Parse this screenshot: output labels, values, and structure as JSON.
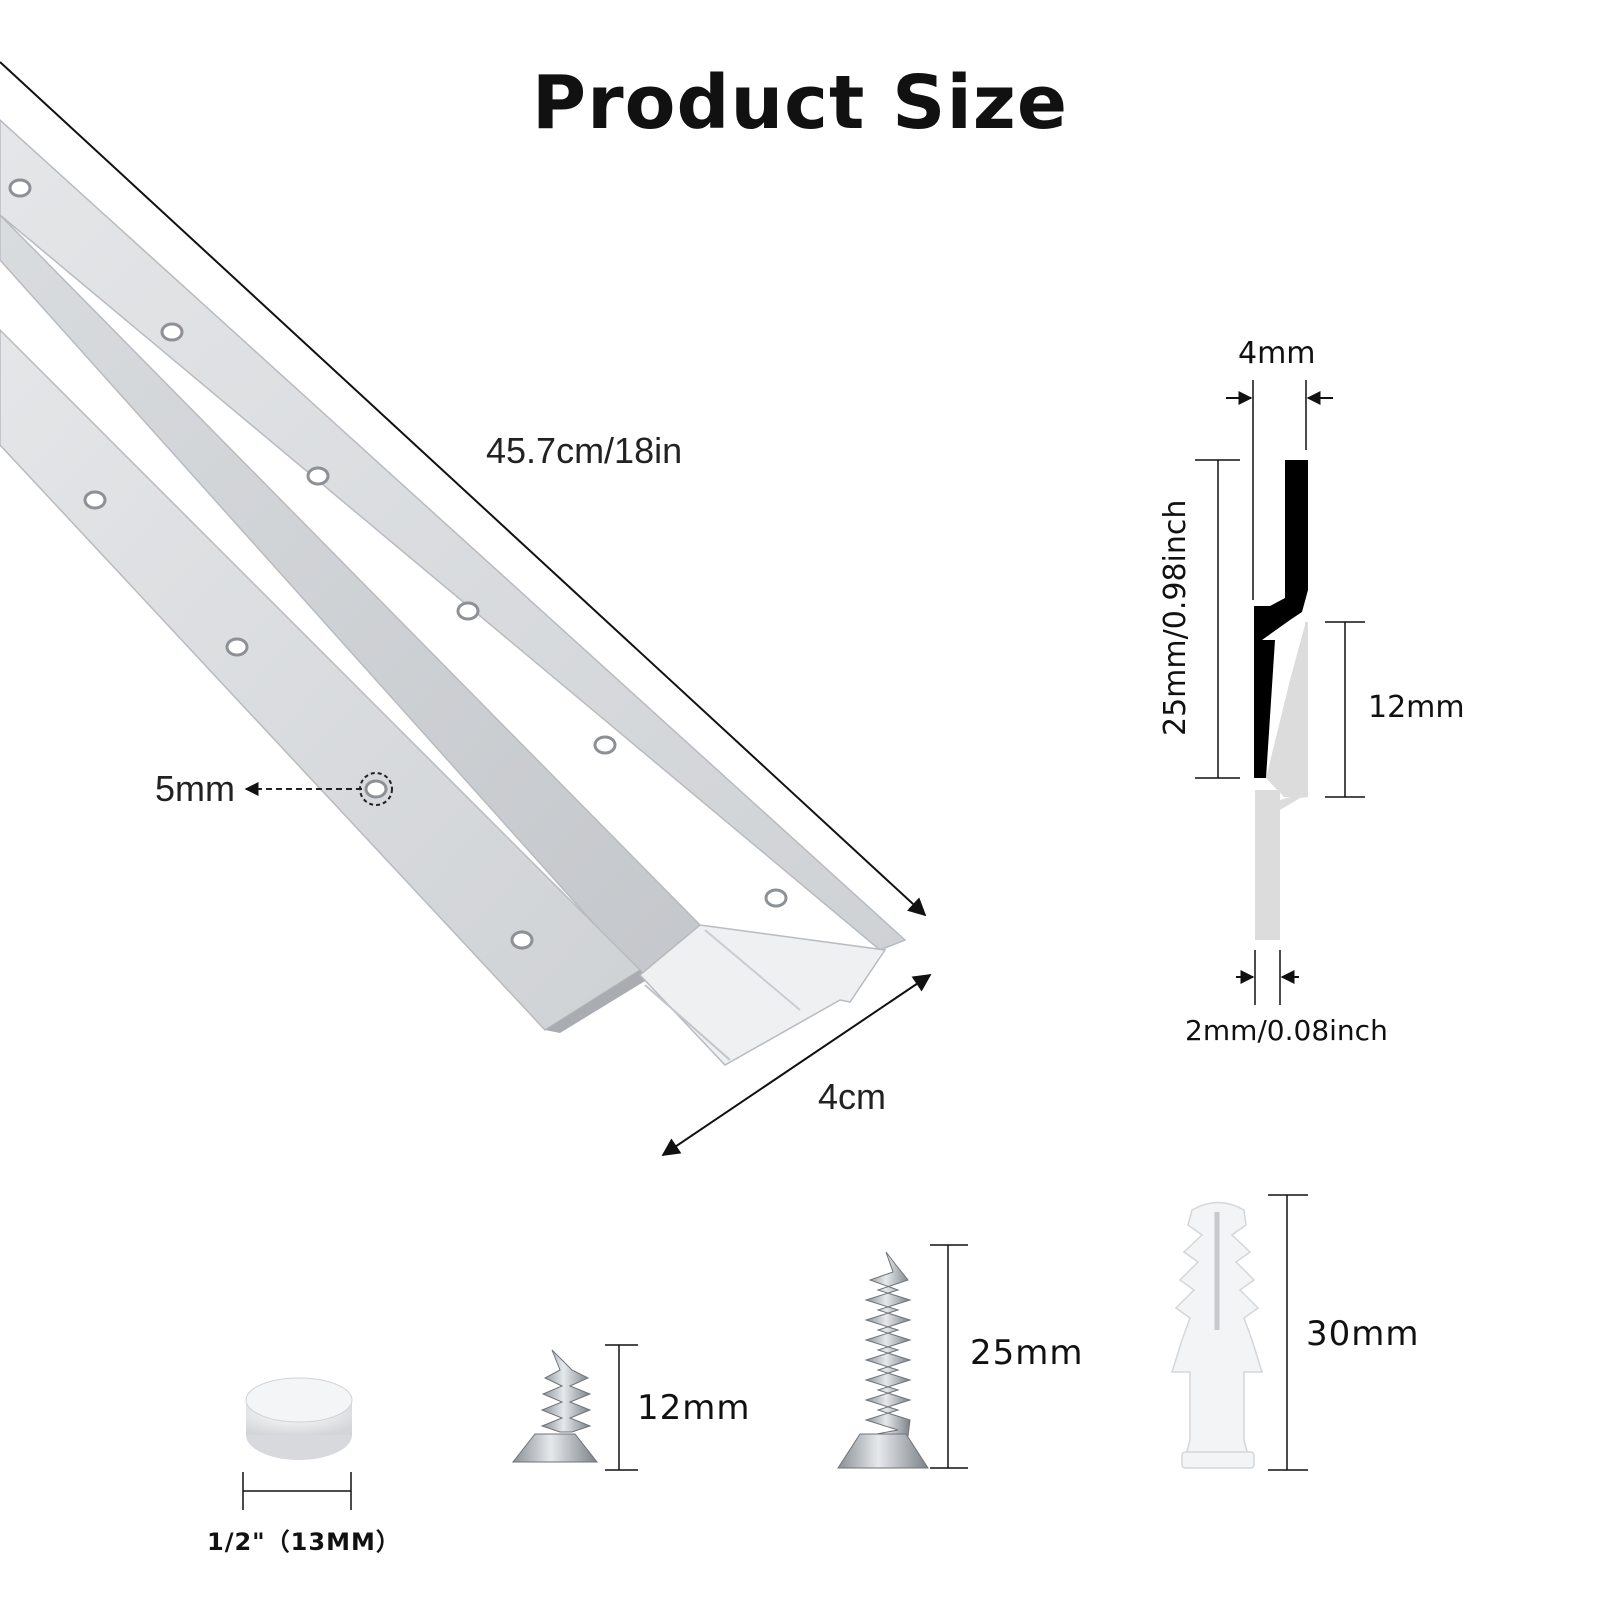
{
  "title": "Product Size",
  "rail": {
    "length_label": "45.7cm/18in",
    "hole_label": "5mm",
    "width_label": "4cm",
    "color": "#d7d9dc"
  },
  "profile": {
    "thickness_top_label": "4mm",
    "height_label": "25mm/0.98inch",
    "overlap_label": "12mm",
    "thickness_bottom_label": "2mm/0.08inch",
    "upper_part_color": "#000000",
    "lower_part_color": "#dcdcdc"
  },
  "hardware": {
    "bumper_label": "1/2\"（13MM）",
    "short_screw_label": "12mm",
    "long_screw_label": "25mm",
    "anchor_label": "30mm"
  }
}
